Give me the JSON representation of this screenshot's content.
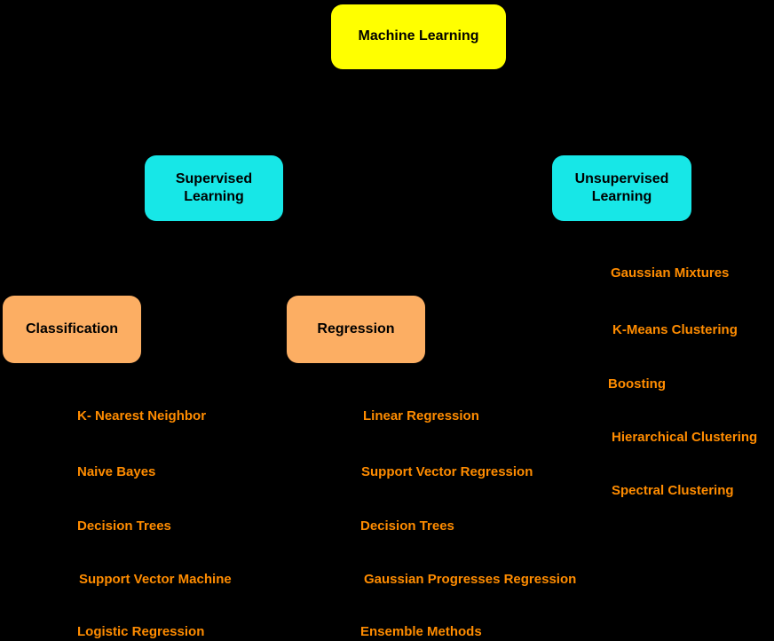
{
  "diagram": {
    "title": "Machine Learning taxonomy",
    "colors": {
      "background": "#000000",
      "root_fill": "#FFFF00",
      "branch_fill": "#17E7E7",
      "subbranch_fill": "#FCAE63",
      "leaf_text": "#FF8C00",
      "node_text": "#000000"
    },
    "nodes": {
      "machine_learning": {
        "label": "Machine Learning"
      },
      "supervised": {
        "label": "Supervised\nLearning"
      },
      "unsupervised": {
        "label": "Unsupervised\nLearning"
      },
      "classification": {
        "label": "Classification"
      },
      "regression": {
        "label": "Regression"
      }
    },
    "lists": {
      "classification_items": [
        "K- Nearest Neighbor",
        "Naive Bayes",
        "Decision Trees",
        "Support Vector Machine",
        "Logistic Regression"
      ],
      "regression_items": [
        "Linear Regression",
        "Support Vector Regression",
        "Decision Trees",
        "Gaussian Progresses Regression",
        "Ensemble Methods"
      ],
      "unsupervised_items": [
        "Gaussian Mixtures",
        "K-Means Clustering",
        "Boosting",
        "Hierarchical Clustering",
        "Spectral Clustering"
      ]
    }
  }
}
